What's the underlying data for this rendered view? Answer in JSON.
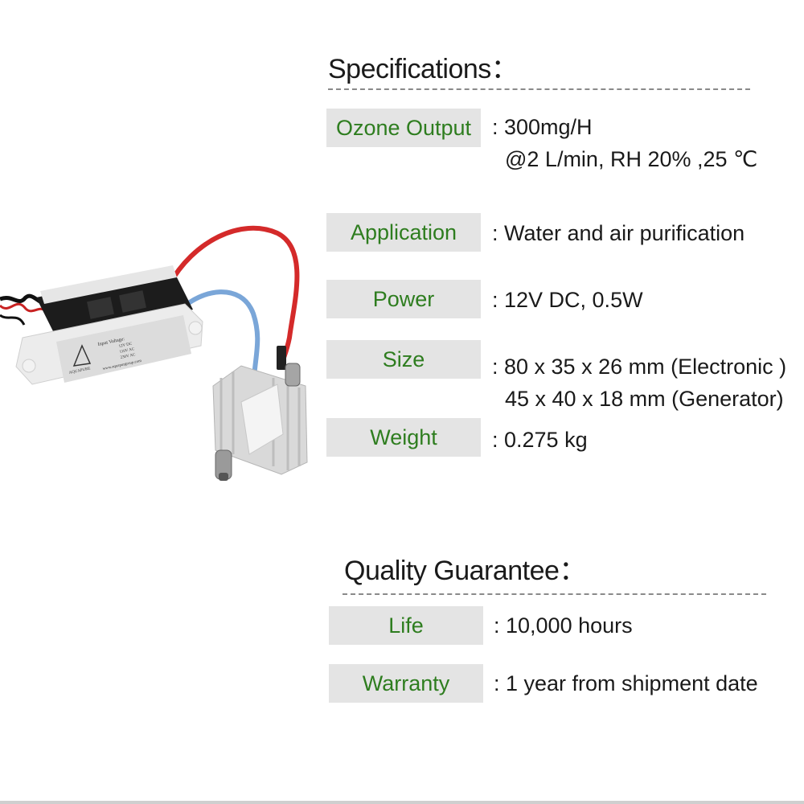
{
  "specifications": {
    "title": "Specifications：",
    "rows": [
      {
        "label": "Ozone Output",
        "value": ": 300mg/H",
        "value2": "@2 L/min, RH 20% ,25 ℃"
      },
      {
        "label": "Application",
        "value": ": Water and air purification"
      },
      {
        "label": "Power",
        "value": ": 12V DC,  0.5W"
      },
      {
        "label": "Size",
        "value": ": 80 x 35 x 26 mm (Electronic )",
        "value2": "45 x 40 x 18 mm (Generator)"
      },
      {
        "label": "Weight",
        "value": ": 0.275 kg"
      }
    ]
  },
  "quality": {
    "title": "Quality  Guarantee：",
    "rows": [
      {
        "label": "Life",
        "value": ": 10,000 hours"
      },
      {
        "label": "Warranty",
        "value": ": 1 year from shipment date"
      }
    ]
  },
  "product_image": {
    "device_label_line1": "Input Voltage:",
    "device_label_line2": "12V DC",
    "device_label_line3": "110V AC",
    "device_label_line4": "230V AC",
    "device_label_url": "www.aquapurgroup.com",
    "brand": "AQUAPURE"
  },
  "colors": {
    "label_text": "#2e7d1f",
    "label_bg": "#e4e4e4",
    "wire_red": "#d42a2a",
    "wire_blue": "#7aa6d8"
  }
}
